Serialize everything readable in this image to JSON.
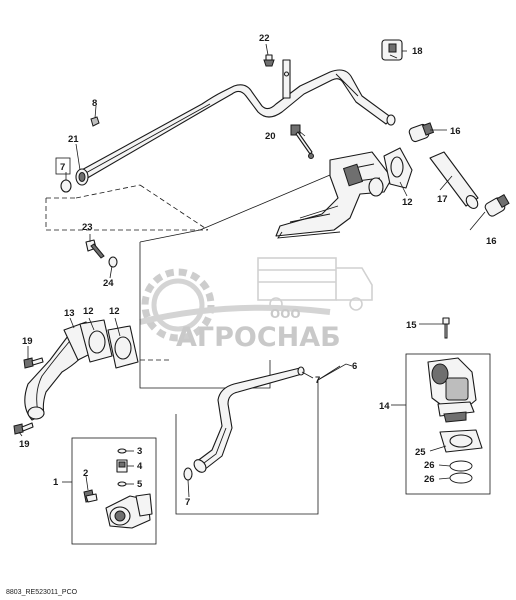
{
  "callouts": {
    "c1": "1",
    "c2": "2",
    "c3": "3",
    "c4": "4",
    "c5": "5",
    "c6": "6",
    "c7a": "7",
    "c7b": "7",
    "c7c": "7",
    "c8": "8",
    "c12a": "12",
    "c12b": "12",
    "c12c": "12",
    "c13": "13",
    "c14": "14",
    "c15": "15",
    "c16a": "16",
    "c16b": "16",
    "c17": "17",
    "c18": "18",
    "c19a": "19",
    "c19b": "19",
    "c20": "20",
    "c21": "21",
    "c22": "22",
    "c23": "23",
    "c24": "24",
    "c25": "25",
    "c26a": "26",
    "c26b": "26"
  },
  "drawing_code": "8803_RE523011_PCO",
  "watermark": {
    "top_text": "ООО",
    "brand_text": "АГРОСНАБ",
    "color": "#b8b8b8"
  },
  "colors": {
    "line": "#1a1a1a",
    "part_fill": "#f4f4f4",
    "shade": "#6f6f6f"
  }
}
